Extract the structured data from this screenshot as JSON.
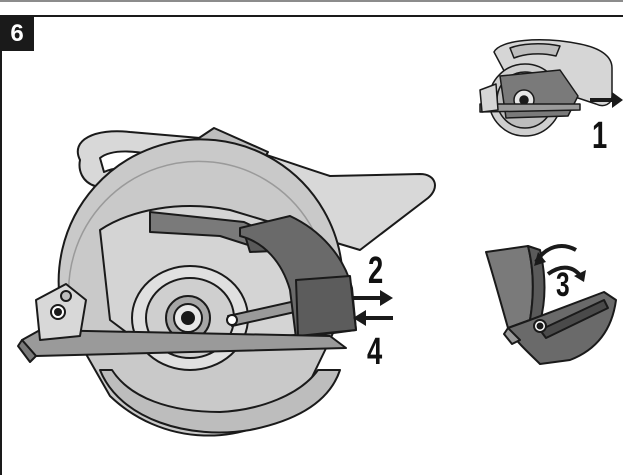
{
  "figure": {
    "number": "6"
  },
  "steps": {
    "step1": "1",
    "step2": "2",
    "step3": "3",
    "step4": "4"
  },
  "colors": {
    "outline": "#1a1a1a",
    "body_light": "#dadada",
    "body_mid": "#bdbdbd",
    "body_dark": "#5c5c5c",
    "blade": "#c8c8c8",
    "badge_bg": "#1a1a1a",
    "badge_text": "#ffffff"
  },
  "icons": {
    "saw_main": "circular-saw-illustration",
    "saw_small": "circular-saw-thumbnail",
    "guard_part": "blade-guard-cover-part",
    "arrow_out": "arrow-right-icon",
    "arrow_in": "arrow-left-icon",
    "rotate": "rotate-arrows-icon"
  }
}
